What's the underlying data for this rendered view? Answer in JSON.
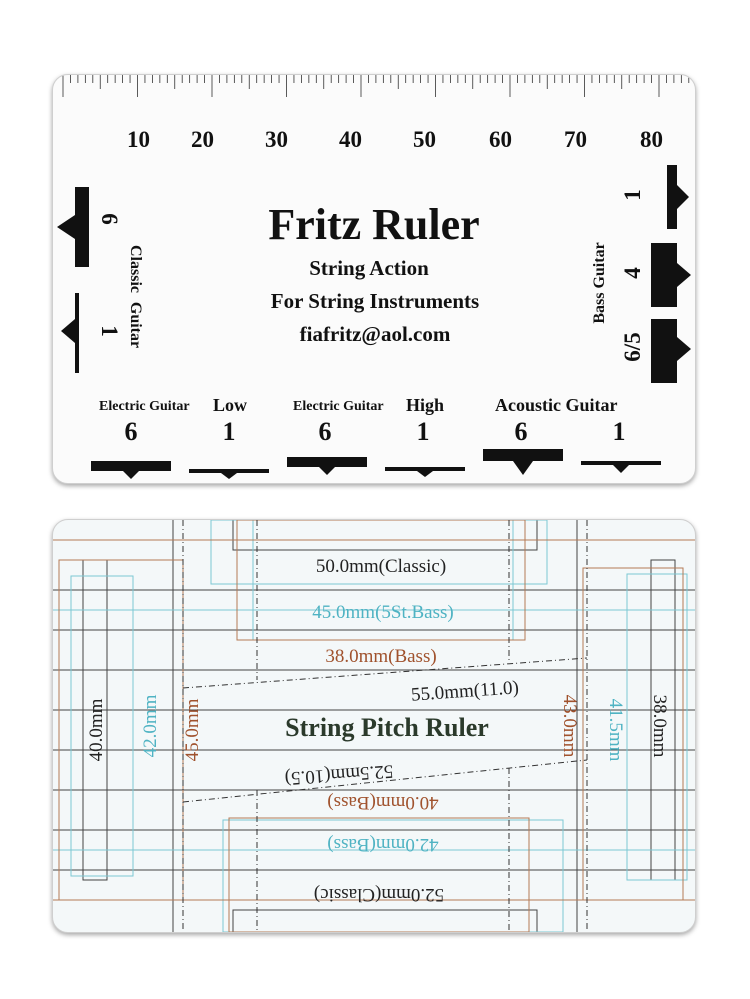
{
  "ruler_card": {
    "scale_numbers": [
      "10",
      "20",
      "30",
      "40",
      "50",
      "60",
      "70",
      "80"
    ],
    "title": "Fritz Ruler",
    "subtitle_1": "String Action",
    "subtitle_2": "For String Instruments",
    "email": "fiafritz@aol.com",
    "classic_guitar": {
      "label_1": "Classic",
      "label_2": "Guitar",
      "gauge_high": "6",
      "gauge_low": "1"
    },
    "bass_guitar": {
      "label": "Bass Guitar",
      "gauge_1": "1",
      "gauge_4": "4",
      "gauge_65": "6/5"
    },
    "bottom_groups": [
      {
        "label_small": "Electric Guitar",
        "label_big": "Low",
        "left": "6",
        "right": "1"
      },
      {
        "label_small": "Electric Guitar",
        "label_big": "High",
        "left": "6",
        "right": "1"
      },
      {
        "label_small": "",
        "label_big": "Acoustic Guitar",
        "left": "6",
        "right": "1"
      }
    ]
  },
  "pitch_card": {
    "title": "String Pitch Ruler",
    "top": {
      "classic": "50.0mm(Classic)",
      "five_string_bass": "45.0mm(5St.Bass)",
      "bass": "38.0mm(Bass)"
    },
    "middle": {
      "upper": "55.0mm(11.0)",
      "lower": "52.5mm(10.5)"
    },
    "bottom": {
      "bass_40": "40.0mm(Bass)",
      "bass_42": "42.0mm(Bass)",
      "classic_52": "52.0mm(Classic)"
    },
    "left": {
      "v40": "40.0mm",
      "v42": "42.0mm",
      "v45": "45.0mm"
    },
    "right": {
      "v43": "43.0mm",
      "v41": "41.5mm",
      "v38": "38.0mm"
    },
    "colors": {
      "black": "#222222",
      "cyan": "#4fb3c3",
      "brown": "#a0522d"
    }
  }
}
